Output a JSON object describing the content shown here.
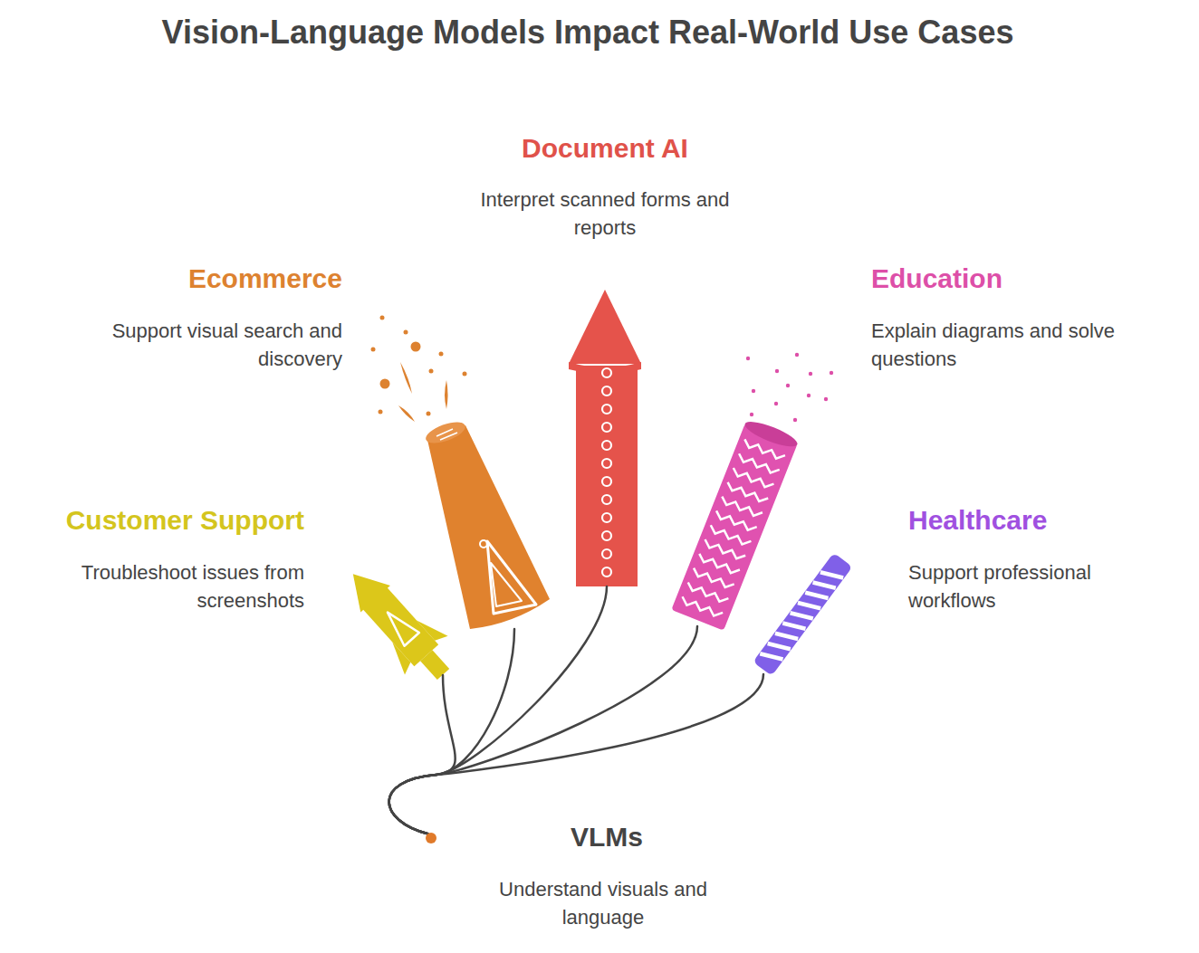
{
  "diagram": {
    "title": "Vision-Language Models Impact Real-World Use Cases",
    "nodes": [
      {
        "text": [
          "Document AI",
          "Interpret scanned forms and reports"
        ]
      },
      {
        "text": [
          "Ecommerce",
          "Support visual search and discovery"
        ]
      },
      {
        "text": [
          "Education",
          "Explain diagrams and solve questions"
        ]
      },
      {
        "text": [
          "Customer Support",
          "Troubleshoot issues from screenshots"
        ]
      },
      {
        "text": [
          "Healthcare",
          "Support professional workflows"
        ]
      },
      {
        "text": [
          "VLMs",
          "Understand visuals and language"
        ]
      }
    ],
    "edges": [
      {
        "from": 5,
        "to": 3,
        "arrow": "none"
      },
      {
        "from": 5,
        "to": 1,
        "arrow": "none"
      },
      {
        "from": 5,
        "to": 0,
        "arrow": "none"
      },
      {
        "from": 5,
        "to": 2,
        "arrow": "none"
      },
      {
        "from": 5,
        "to": 4,
        "arrow": "none"
      }
    ]
  }
}
